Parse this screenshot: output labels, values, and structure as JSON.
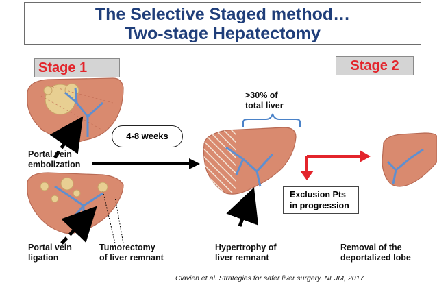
{
  "title": {
    "line1": "The Selective Staged method…",
    "line2": "Two-stage Hepatectomy"
  },
  "stage1_label": "Stage 1",
  "stage2_label": "Stage 2",
  "interval_label": "4-8 weeks",
  "annotations": {
    "percent_label": ">30% of\ntotal liver",
    "portal_vein_embolization": "Portal vein\nembolization",
    "portal_vein_ligation": "Portal vein\nligation",
    "tumorectomy": "Tumorectomy\nof liver remnant",
    "hypertrophy": "Hypertrophy of\nliver remnant",
    "removal": "Removal of  the\ndeportalized lobe",
    "exclusion": "Exclusion Pts\nin progression"
  },
  "citation": "Clavien et al. Strategies for safer liver surgery.  NEJM, 2017",
  "colors": {
    "title": "#1f3e7a",
    "stage_text": "#e3242b",
    "stage_bg": "#d4d4d4",
    "liver": "#d98a6f",
    "liver_dark": "#c06a52",
    "vessel": "#5e8fd0",
    "tumor": "#e8cf92",
    "red_arrow": "#e3242b",
    "brace": "#4a82c8"
  }
}
